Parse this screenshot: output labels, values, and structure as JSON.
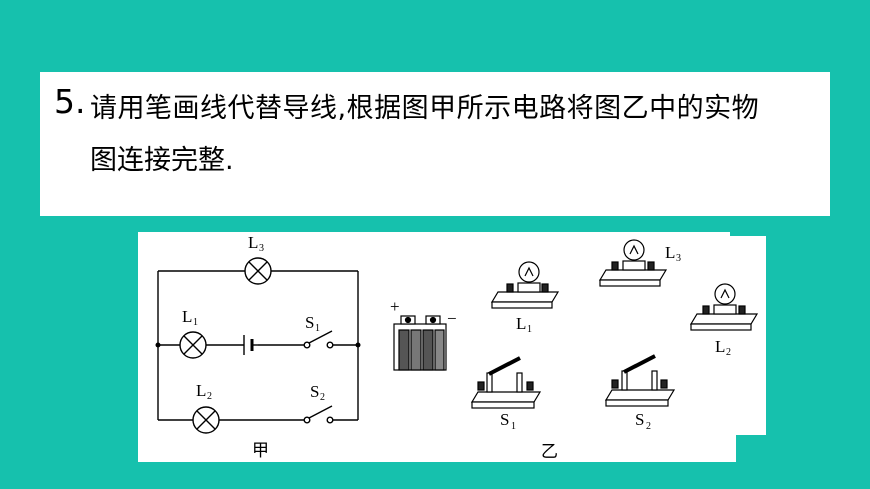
{
  "question": {
    "number": "5.",
    "line1": "请用笔画线代替导线,根据图甲所示电路将图乙中的实物",
    "line2": "图连接完整."
  },
  "figure": {
    "caption_left": "甲",
    "caption_right": "乙",
    "schematic": {
      "L3": {
        "main": "L",
        "sub": "3"
      },
      "L1": {
        "main": "L",
        "sub": "1"
      },
      "L2": {
        "main": "L",
        "sub": "2"
      },
      "S1": {
        "main": "S",
        "sub": "1"
      },
      "S2": {
        "main": "S",
        "sub": "2"
      }
    },
    "battery": {
      "plus": "+",
      "minus": "−"
    },
    "objects": {
      "L1": {
        "main": "L",
        "sub": "1"
      },
      "L3": {
        "main": "L",
        "sub": "3"
      },
      "L2": {
        "main": "L",
        "sub": "2"
      },
      "S1": {
        "main": "S",
        "sub": "1"
      },
      "S2": {
        "main": "S",
        "sub": "2"
      }
    }
  }
}
